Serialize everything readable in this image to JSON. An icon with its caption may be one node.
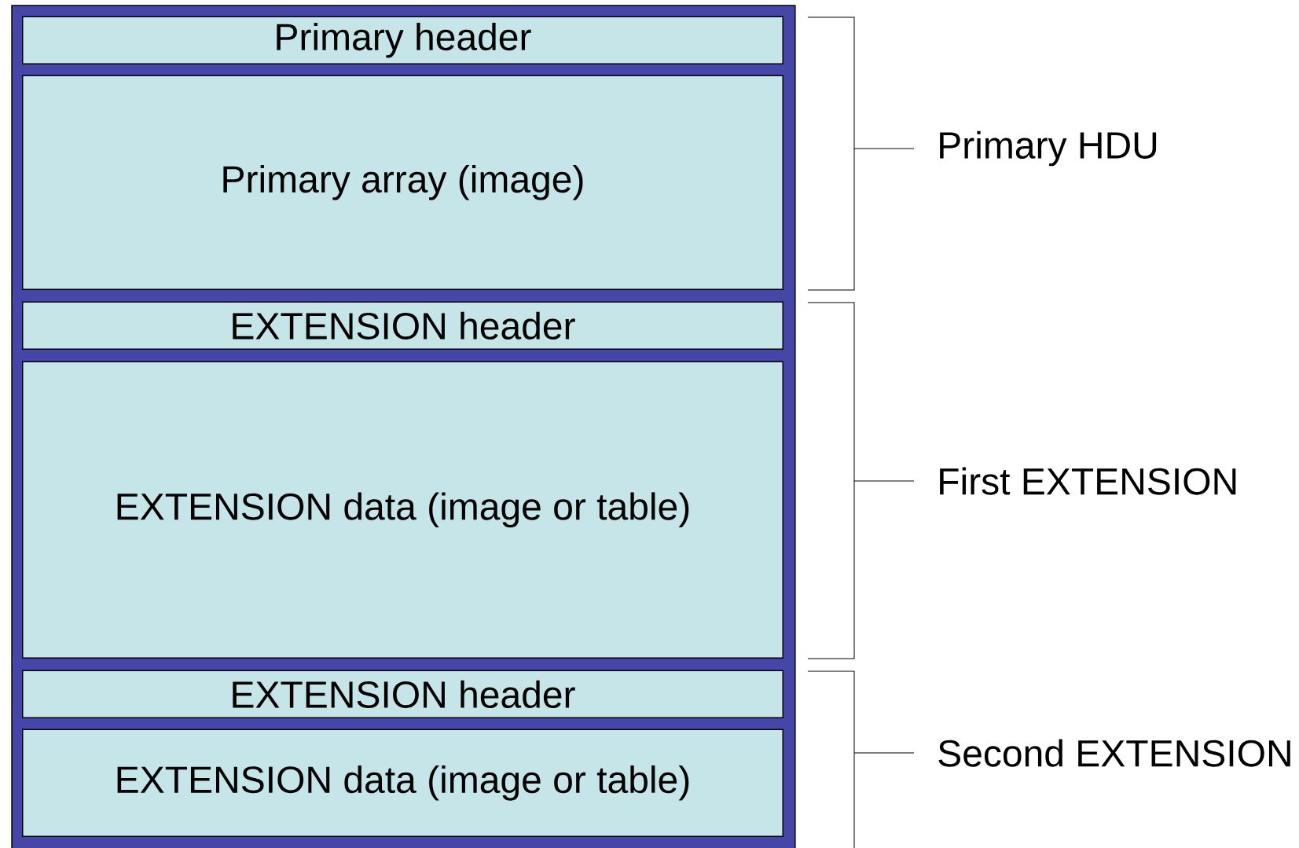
{
  "diagram": {
    "nodes": [
      {
        "text": [],
        "shape": "box"
      },
      {
        "text": [
          "Primary header"
        ],
        "in": 0
      },
      {
        "text": [
          "Primary array (image)"
        ],
        "in": 0
      },
      {
        "text": [
          "EXTENSION header"
        ],
        "in": 0
      },
      {
        "text": [
          "EXTENSION data (image or table)"
        ],
        "in": 0
      },
      {
        "text": [
          "EXTENSION header"
        ],
        "in": 0
      },
      {
        "text": [
          "EXTENSION data (image or table)"
        ],
        "in": 0
      }
    ],
    "edges": [],
    "labels": [
      "Primary HDU",
      "First EXTENSION",
      "Second EXTENSION"
    ]
  }
}
